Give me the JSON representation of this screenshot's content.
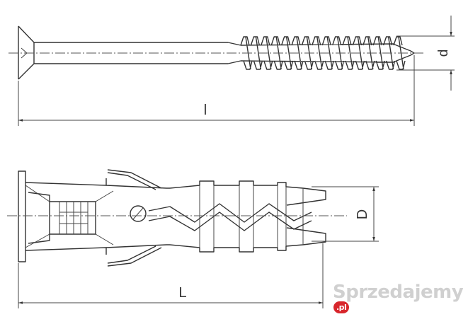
{
  "screw": {
    "dimension_length": "l",
    "dimension_diameter": "d"
  },
  "dowel": {
    "dimension_length": "L",
    "dimension_diameter": "D"
  },
  "watermark": {
    "text": "Sprzedajemy",
    "badge": ".pl"
  }
}
